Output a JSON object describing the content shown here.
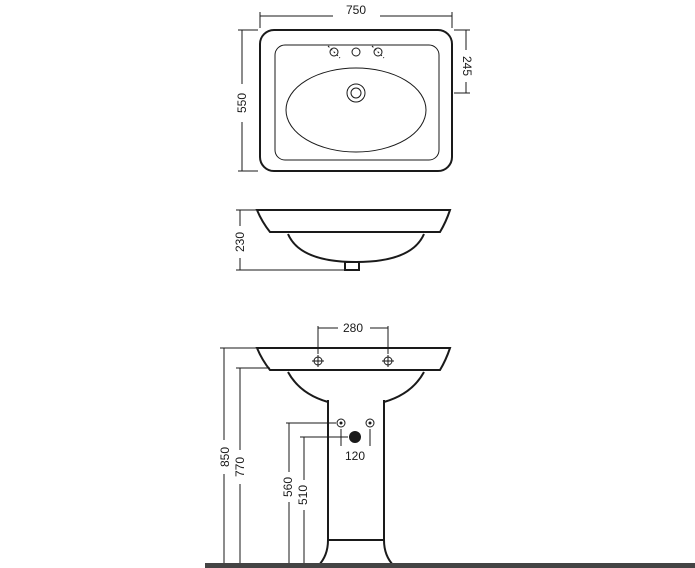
{
  "dimensions": {
    "top_width": "750",
    "top_depth": "550",
    "tap_offset": "245",
    "basin_height": "230",
    "tap_spacing": "280",
    "total_height": "850",
    "rim_height": "770",
    "inlet_height_upper": "560",
    "inlet_height_lower": "510",
    "outlet_spacing": "120"
  },
  "colors": {
    "line": "#1a1a1a",
    "floor": "#444444"
  }
}
